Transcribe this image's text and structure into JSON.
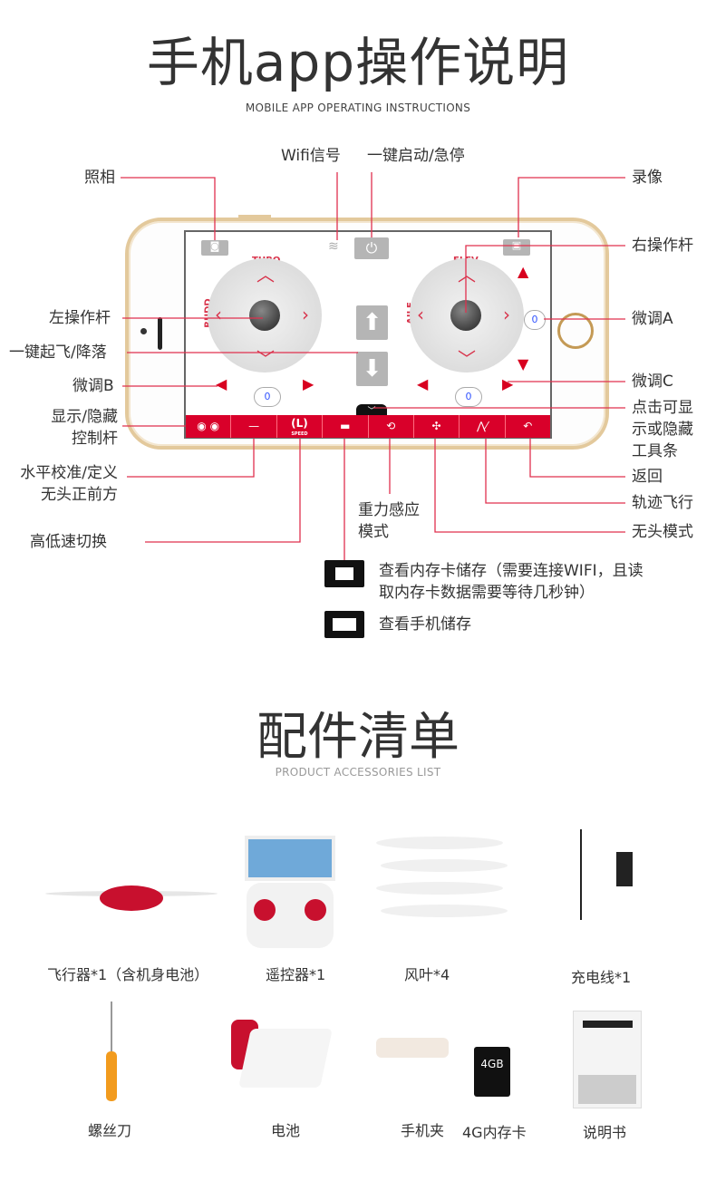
{
  "section1": {
    "title": "手机app操作说明",
    "subtitle": "MOBILE APP OPERATING INSTRUCTIONS"
  },
  "screen": {
    "throttle_label": "THRO",
    "rudder_label": "RUDD",
    "elevator_label": "ELEV",
    "aileron_label": "AILE",
    "trim_b_value": "0",
    "trim_c_value": "0",
    "trim_a_value": "0",
    "speed_label": "SPEED"
  },
  "callouts": {
    "photo": "照相",
    "wifi": "Wifi信号",
    "start_stop": "一键启动/急停",
    "record": "录像",
    "right_stick": "右操作杆",
    "left_stick": "左操作杆",
    "takeoff_land": "一键起飞/降落",
    "trim_b": "微调B",
    "trim_a": "微调A",
    "trim_c": "微调C",
    "show_hide_1": "显示/隐藏",
    "show_hide_2": "控制杆",
    "toolbar_1": "点击可显",
    "toolbar_2": "示或隐藏",
    "toolbar_3": "工具条",
    "calibrate_1": "水平校准/定义",
    "calibrate_2": "无头正前方",
    "speed": "高低速切换",
    "gravity_1": "重力感应",
    "gravity_2": "模式",
    "back": "返回",
    "track": "轨迹飞行",
    "headless": "无头模式"
  },
  "storage": {
    "sd_line1": "查看内存卡储存（需要连接WIFI，且读",
    "sd_line2": "取内存卡数据需要等待几秒钟）",
    "phone": "查看手机储存"
  },
  "section2": {
    "title": "配件清单",
    "subtitle": "PRODUCT ACCESSORIES LIST"
  },
  "accessories": [
    "飞行器*1（含机身电池）",
    "遥控器*1",
    "风叶*4",
    "充电线*1",
    "螺丝刀",
    "电池",
    "手机夹",
    "4G内存卡",
    "说明书"
  ],
  "colors": {
    "accent": "#d9002a",
    "line": "#e0304e",
    "phone_frame": "#e3c99c"
  }
}
